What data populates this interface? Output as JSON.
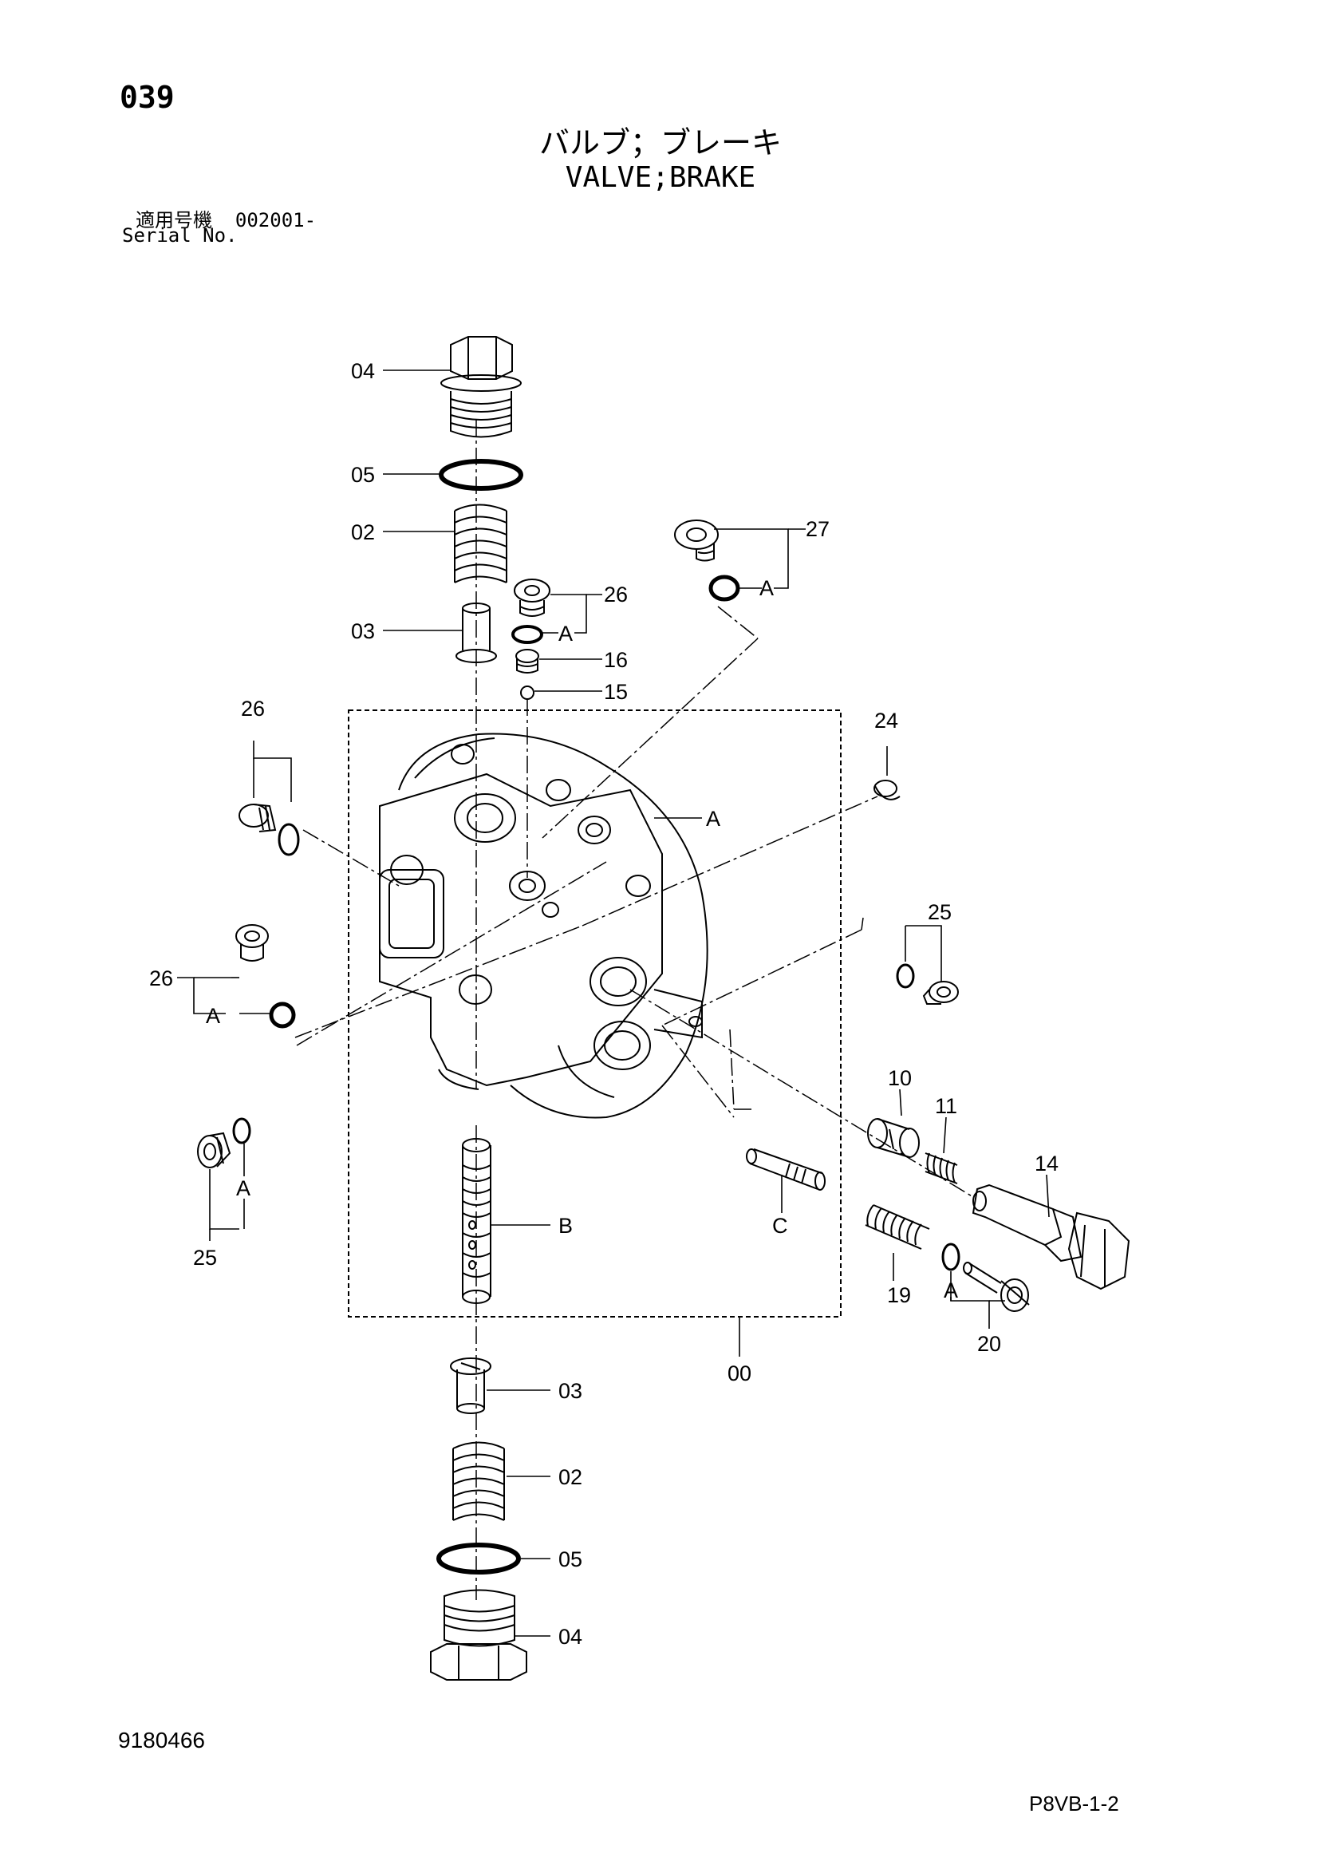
{
  "header": {
    "page_number": "039",
    "title_jp": "バルブ；ブレーキ",
    "title_en": "VALVE;BRAKE",
    "serial_label_jp": "適用号機",
    "serial_value": "002001-",
    "serial_label_en": "Serial No."
  },
  "callouts": {
    "p04_top": "04",
    "p05_top": "05",
    "p02_top": "02",
    "p03_top": "03",
    "p27": "27",
    "p27_a": "A",
    "p26_top": "26",
    "p26_top_a": "A",
    "p16": "16",
    "p15": "15",
    "p26_left": "26",
    "p24": "24",
    "a_body": "A",
    "p25_right": "25",
    "p26_mid": "26",
    "p26_mid_a": "A",
    "p10": "10",
    "p11": "11",
    "p14": "14",
    "p25_left": "25",
    "p25_left_a": "A",
    "b_spool": "B",
    "c_spool": "C",
    "p19": "19",
    "p20": "20",
    "p20_a": "A",
    "p00": "00",
    "p03_bottom": "03",
    "p02_bottom": "02",
    "p05_bottom": "05",
    "p04_bottom": "04"
  },
  "footer": {
    "doc_id": "9180466",
    "figure_ref": "P8VB-1-2"
  }
}
